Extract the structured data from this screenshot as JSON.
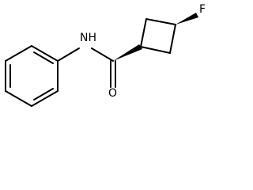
{
  "molecule": {
    "atoms": {
      "nitrogen_label": "NH",
      "oxygen_label": "O",
      "fluorine_label": "F"
    }
  }
}
